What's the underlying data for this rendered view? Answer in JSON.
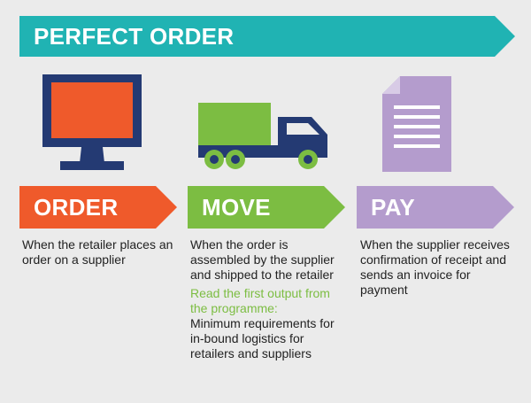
{
  "header": {
    "title": "PERFECT ORDER"
  },
  "colors": {
    "teal": "#20b3b3",
    "orange": "#ef5a2b",
    "green": "#7cbd42",
    "purple": "#b49ccd",
    "navy": "#243a73"
  },
  "steps": [
    {
      "label": "ORDER",
      "icon": "computer-monitor-icon",
      "description": "When the retailer places an order on a supplier"
    },
    {
      "label": "MOVE",
      "icon": "delivery-truck-icon",
      "description": "When the order is assembled by the supplier and shipped to the retailer",
      "link_text": "Read the first output from the programme:",
      "link_detail": "Minimum requirements for in-bound logistics for retailers and suppliers"
    },
    {
      "label": "PAY",
      "icon": "invoice-document-icon",
      "description": "When the supplier receives confirmation of receipt and sends an invoice for payment"
    }
  ]
}
